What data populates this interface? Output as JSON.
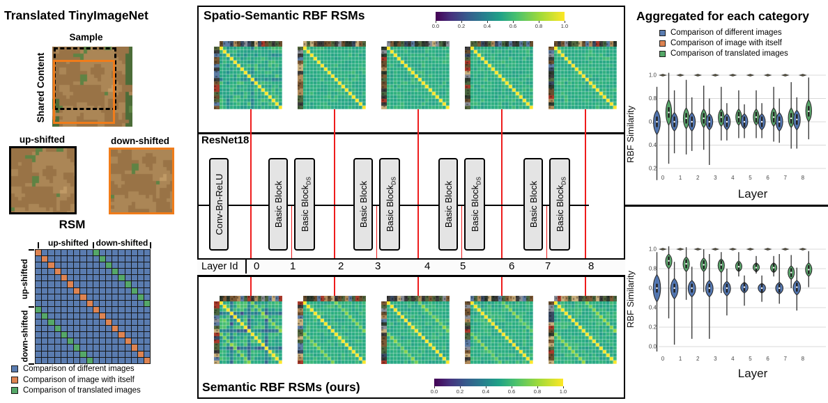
{
  "figure": {
    "left": {
      "title": "Translated TinyImageNet",
      "sample_label": "Sample",
      "shared_content_label": "Shared Content",
      "up_shifted_label": "up-shifted",
      "down_shifted_label": "down-shifted",
      "rsm": {
        "title": "RSM",
        "col_labels": [
          "up-shifted",
          "down-shifted"
        ],
        "row_labels": [
          "up-shifted",
          "down-shifted"
        ],
        "grid_size": 18,
        "half_offset": 9,
        "cell_colors": {
          "different": "#5A7CB0",
          "self": "#DE8452",
          "translated": "#55A868"
        },
        "legend": [
          {
            "color": "#5A7CB0",
            "label": "Comparison of different images"
          },
          {
            "color": "#DE8452",
            "label": "Comparison of image with itself"
          },
          {
            "color": "#55A868",
            "label": "Comparison of translated images"
          }
        ]
      }
    },
    "middle": {
      "top_title": "Spatio-Semantic RBF RSMs",
      "bottom_title": "Semantic RBF RSMs (ours)",
      "colorbar_ticks": [
        "0.0",
        "0.2",
        "0.4",
        "0.6",
        "0.8",
        "1.0"
      ],
      "resnet": {
        "label": "ResNet18",
        "conv_label": "Conv-Bn-ReLU",
        "block_label": "Basic Block",
        "block_ds_label": "Basic Block",
        "block_ds_subscript": "DS"
      },
      "layer_row": {
        "label": "Layer Id",
        "ids": [
          "0",
          "1",
          "2",
          "3",
          "4",
          "5",
          "6",
          "7",
          "8"
        ]
      },
      "heatmaps": {
        "grid": 18,
        "base_value": 0.62,
        "diagonal_value": 1.0,
        "top": [
          {
            "seed": 101,
            "noise": 0.055,
            "bands": [
              2,
              9
            ],
            "band_drop": 0.1,
            "secondary": 0
          },
          {
            "seed": 102,
            "noise": 0.035,
            "bands": [],
            "band_drop": 0,
            "secondary": 0
          },
          {
            "seed": 103,
            "noise": 0.035,
            "bands": [],
            "band_drop": 0,
            "secondary": 0
          },
          {
            "seed": 104,
            "noise": 0.035,
            "bands": [],
            "band_drop": 0,
            "secondary": 0
          },
          {
            "seed": 105,
            "noise": 0.04,
            "bands": [],
            "band_drop": 0,
            "secondary": 0
          }
        ],
        "bottom": [
          {
            "seed": 201,
            "noise": 0.08,
            "bands": [
              3,
              8,
              13
            ],
            "band_drop": 0.24,
            "secondary": 0.8
          },
          {
            "seed": 202,
            "noise": 0.04,
            "bands": [],
            "band_drop": 0,
            "secondary": 0.8
          },
          {
            "seed": 203,
            "noise": 0.04,
            "bands": [],
            "band_drop": 0,
            "secondary": 0.8
          },
          {
            "seed": 204,
            "noise": 0.04,
            "bands": [],
            "band_drop": 0,
            "secondary": 0.78
          },
          {
            "seed": 205,
            "noise": 0.04,
            "bands": [],
            "band_drop": 0,
            "secondary": 0.8
          }
        ]
      }
    },
    "right": {
      "title": "Aggregated for each category",
      "legend": [
        {
          "color": "#5A7CB0",
          "label": "Comparison of different images"
        },
        {
          "color": "#DE8452",
          "label": "Comparison of image with itself"
        },
        {
          "color": "#55A868",
          "label": "Comparison of translated images"
        }
      ]
    }
  },
  "chart_data": [
    {
      "type": "violin",
      "panel": "top",
      "title": "Spatio-Semantic RBF RSMs aggregated per category",
      "xlabel": "Layer",
      "ylabel": "RBF Similarity",
      "xticks": [
        "0",
        "1",
        "2",
        "3",
        "4",
        "5",
        "6",
        "7",
        "8"
      ],
      "yticks": [
        1.0,
        0.8,
        0.6,
        0.4,
        0.2
      ],
      "ylim": [
        0.08,
        1.05
      ],
      "series": [
        {
          "name": "Comparison of different images",
          "color": "#4C72B0",
          "median": [
            0.6,
            0.6,
            0.6,
            0.6,
            0.6,
            0.6,
            0.6,
            0.6,
            0.62
          ],
          "body_low": [
            0.49,
            0.52,
            0.52,
            0.53,
            0.53,
            0.54,
            0.53,
            0.52,
            0.53
          ],
          "body_high": [
            0.7,
            0.68,
            0.68,
            0.67,
            0.67,
            0.67,
            0.67,
            0.68,
            0.7
          ],
          "whisker_low": [
            0.1,
            0.33,
            0.35,
            0.23,
            0.44,
            0.46,
            0.46,
            0.42,
            0.37
          ],
          "whisker_high": [
            0.9,
            0.87,
            0.81,
            0.8,
            0.76,
            0.75,
            0.76,
            0.8,
            0.81
          ]
        },
        {
          "name": "Comparison of translated images",
          "color": "#55A868",
          "median": [
            0.68,
            0.63,
            0.63,
            0.64,
            0.64,
            0.64,
            0.64,
            0.63,
            0.69
          ],
          "body_low": [
            0.57,
            0.54,
            0.55,
            0.56,
            0.57,
            0.57,
            0.56,
            0.55,
            0.6
          ],
          "body_high": [
            0.79,
            0.72,
            0.71,
            0.71,
            0.71,
            0.71,
            0.72,
            0.72,
            0.79
          ],
          "whisker_low": [
            0.24,
            0.32,
            0.36,
            0.44,
            0.46,
            0.46,
            0.43,
            0.37,
            0.45
          ],
          "whisker_high": [
            1.02,
            0.96,
            0.91,
            0.9,
            0.87,
            0.87,
            0.9,
            0.94,
            0.98
          ]
        },
        {
          "name": "Comparison of image with itself",
          "color": "#DD8452",
          "collapsed_at": 1.0
        }
      ]
    },
    {
      "type": "violin",
      "panel": "bottom",
      "title": "Semantic RBF RSMs (ours) aggregated per category",
      "xlabel": "Layer",
      "ylabel": "RBF Similarity",
      "xticks": [
        "0",
        "1",
        "2",
        "3",
        "4",
        "5",
        "6",
        "7",
        "8"
      ],
      "yticks": [
        1.0,
        0.8,
        0.6,
        0.4,
        0.2,
        0.0
      ],
      "ylim": [
        -0.07,
        1.05
      ],
      "series": [
        {
          "name": "Comparison of different images",
          "color": "#4C72B0",
          "median": [
            0.6,
            0.6,
            0.6,
            0.6,
            0.6,
            0.61,
            0.6,
            0.6,
            0.61
          ],
          "body_low": [
            0.46,
            0.49,
            0.51,
            0.51,
            0.52,
            0.55,
            0.55,
            0.54,
            0.53
          ],
          "body_high": [
            0.74,
            0.7,
            0.68,
            0.68,
            0.67,
            0.66,
            0.65,
            0.66,
            0.68
          ],
          "whisker_low": [
            -0.05,
            0.02,
            0.08,
            0.08,
            0.32,
            0.42,
            0.46,
            0.44,
            0.37
          ],
          "whisker_high": [
            0.97,
            0.87,
            0.82,
            0.95,
            0.8,
            0.73,
            0.73,
            0.95,
            0.81
          ]
        },
        {
          "name": "Comparison of translated images",
          "color": "#55A868",
          "median": [
            0.88,
            0.85,
            0.84,
            0.84,
            0.82,
            0.81,
            0.81,
            0.76,
            0.79
          ],
          "body_low": [
            0.8,
            0.77,
            0.77,
            0.76,
            0.77,
            0.77,
            0.76,
            0.69,
            0.72
          ],
          "body_high": [
            0.95,
            0.92,
            0.91,
            0.9,
            0.88,
            0.86,
            0.86,
            0.83,
            0.86
          ],
          "whisker_low": [
            0.29,
            0.48,
            0.56,
            0.55,
            0.72,
            0.75,
            0.72,
            0.6,
            0.61
          ],
          "whisker_high": [
            1.03,
            1.02,
            1.0,
            0.97,
            0.97,
            0.93,
            0.93,
            0.94,
            0.98
          ]
        },
        {
          "name": "Comparison of image with itself",
          "color": "#DD8452",
          "collapsed_at": 1.0
        }
      ]
    }
  ]
}
